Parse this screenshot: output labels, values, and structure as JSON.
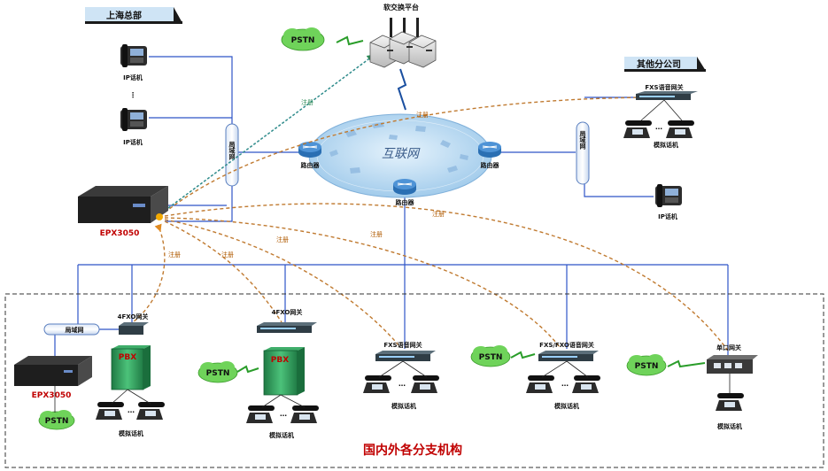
{
  "labels": {
    "hq": "上海总部",
    "branch_other": "其他分公司",
    "softswitch": "软交换平台",
    "internet": "互联网",
    "lan": "局域网",
    "router": "路由器",
    "ip_phone": "IP话机",
    "analog_phone": "模拟话机",
    "epx": "EPX3050",
    "pstn": "PSTN",
    "pbx": "PBX",
    "fxo4": "4FXO网关",
    "fxs_gw": "FXS语音网关",
    "fxs_fxo_gw": "FXS/FXO语音网关",
    "single_gw": "单口网关",
    "register": "注册",
    "bottom_title": "国内外各分支机构",
    "ellipsis": "⋮",
    "dots": "…"
  },
  "colors": {
    "link_blue": "#2f55c8",
    "register_orange": "#c07a30",
    "title_red": "#c00000",
    "cloud_green": "#6fd35a",
    "pbx_green": "#2f9e5a",
    "internet_blue": "#b9d9f3"
  }
}
